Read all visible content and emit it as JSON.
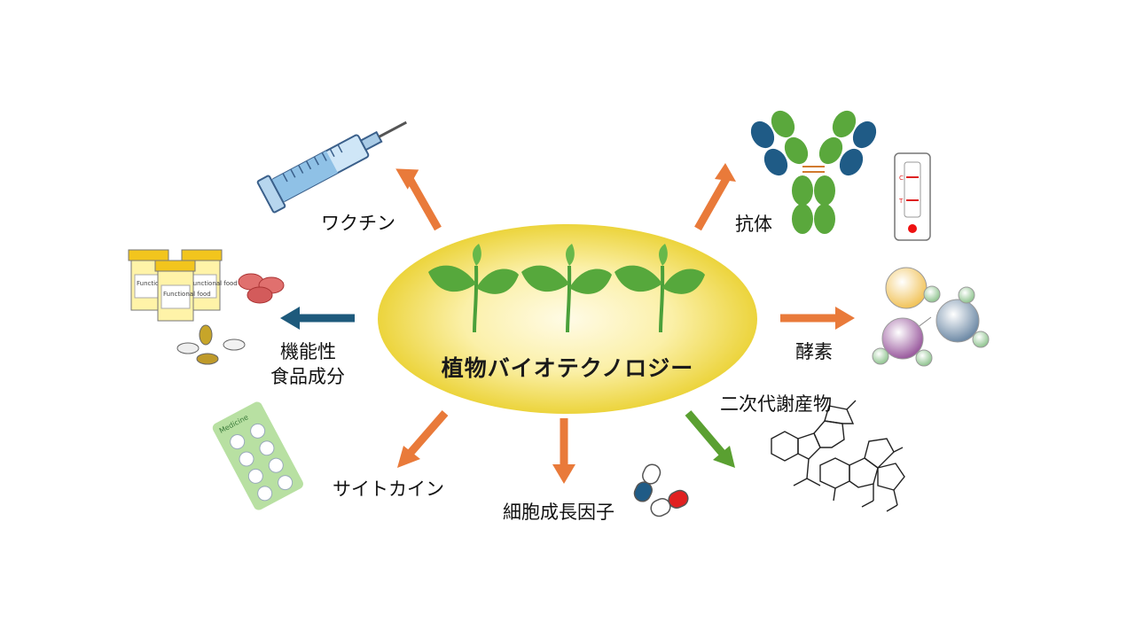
{
  "center": {
    "title": "植物バイオテクノロジー"
  },
  "labels": {
    "vaccine": "ワクチン",
    "antibody": "抗体",
    "functional_food_line1": "機能性",
    "functional_food_line2": "食品成分",
    "enzyme": "酵素",
    "secondary_metabolite": "二次代謝産物",
    "cytokine": "サイトカイン",
    "growth_factor": "細胞成長因子"
  },
  "icon_text": {
    "medicine": "Medicine",
    "food_bottle_1": "Functional food",
    "food_bottle_2": "Functional food",
    "food_bottle_3": "Functional food",
    "test_c": "C",
    "test_t": "T"
  },
  "colors": {
    "arrow_orange": "#e97a3a",
    "arrow_blue": "#1e5a7c",
    "arrow_green": "#5aa031",
    "ellipse_center": "#fff7d0",
    "ellipse_edge": "#eed23a"
  }
}
